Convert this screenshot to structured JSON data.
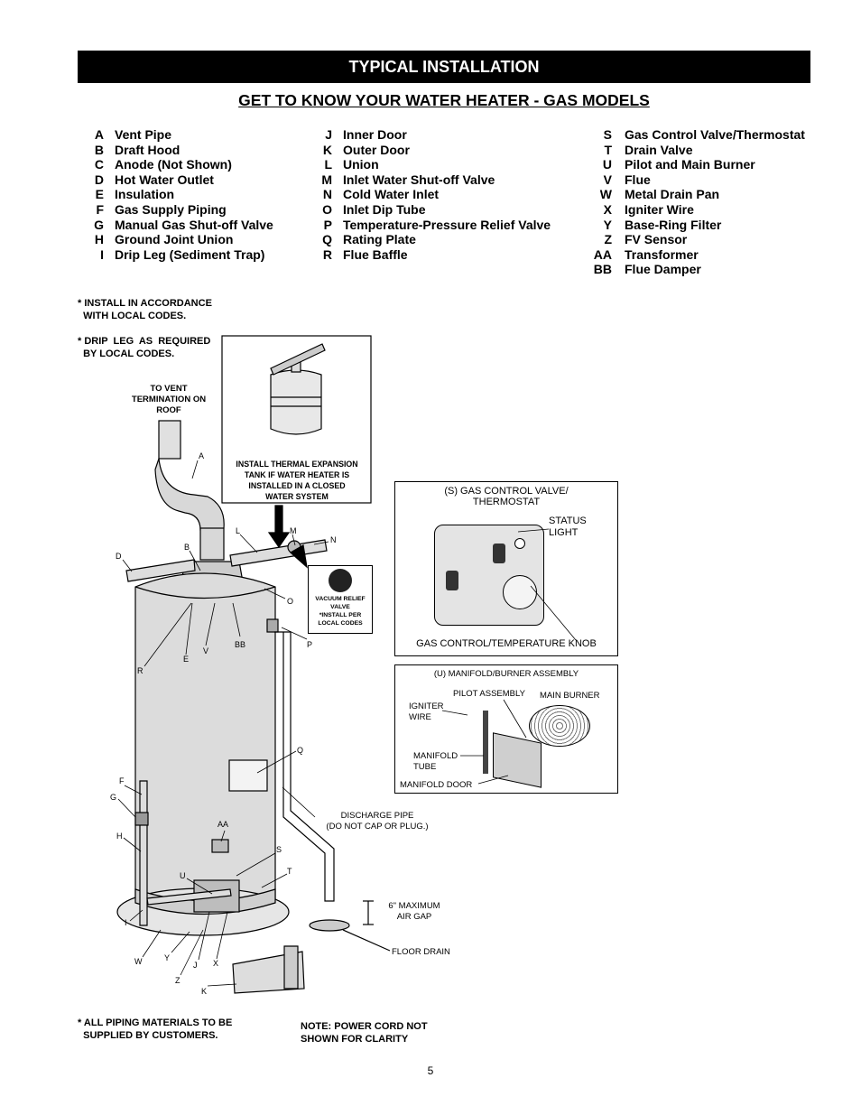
{
  "header": {
    "banner": "TYPICAL INSTALLATION",
    "subtitle": "GET TO KNOW YOUR WATER HEATER - GAS MODELS"
  },
  "legend": {
    "col1": [
      {
        "key": "A",
        "label": "Vent Pipe"
      },
      {
        "key": "B",
        "label": "Draft Hood"
      },
      {
        "key": "C",
        "label": "Anode (Not Shown)"
      },
      {
        "key": "D",
        "label": "Hot Water Outlet"
      },
      {
        "key": "E",
        "label": "Insulation"
      },
      {
        "key": "F",
        "label": "Gas Supply Piping"
      },
      {
        "key": "G",
        "label": "Manual Gas Shut-off Valve"
      },
      {
        "key": "H",
        "label": "Ground Joint Union"
      },
      {
        "key": "I",
        "label": "Drip Leg (Sediment Trap)"
      }
    ],
    "col2": [
      {
        "key": "J",
        "label": "Inner Door"
      },
      {
        "key": "K",
        "label": "Outer Door"
      },
      {
        "key": "L",
        "label": "Union"
      },
      {
        "key": "M",
        "label": "Inlet Water Shut-off Valve"
      },
      {
        "key": "N",
        "label": "Cold Water Inlet"
      },
      {
        "key": "O",
        "label": "Inlet Dip Tube"
      },
      {
        "key": "P",
        "label": "Temperature-Pressure Relief Valve"
      },
      {
        "key": "Q",
        "label": "Rating Plate"
      },
      {
        "key": "R",
        "label": "Flue Baffle"
      }
    ],
    "col3": [
      {
        "key": "S",
        "label": "Gas Control Valve/Thermostat"
      },
      {
        "key": "T",
        "label": "Drain Valve"
      },
      {
        "key": "U",
        "label": "Pilot and Main Burner"
      },
      {
        "key": "V",
        "label": "Flue"
      },
      {
        "key": "W",
        "label": "Metal Drain Pan"
      },
      {
        "key": "X",
        "label": "Igniter Wire"
      },
      {
        "key": "Y",
        "label": "Base-Ring Filter"
      },
      {
        "key": "Z",
        "label": "FV Sensor"
      },
      {
        "key": "AA",
        "label": "Transformer"
      },
      {
        "key": "BB",
        "label": "Flue Damper"
      }
    ]
  },
  "notes": {
    "local_codes": "* INSTALL IN ACCORDANCE\n  WITH LOCAL CODES.",
    "drip_leg": "* DRIP  LEG  AS  REQUIRED\n  BY LOCAL CODES.",
    "piping": "* ALL PIPING MATERIALS TO BE\n  SUPPLIED BY CUSTOMERS.",
    "power_cord": "NOTE: POWER CORD NOT\nSHOWN FOR CLARITY"
  },
  "diagram": {
    "vent_termination": "TO VENT\nTERMINATION ON\nROOF",
    "expansion_tank": "INSTALL THERMAL EXPANSION\nTANK IF WATER HEATER IS\nINSTALLED IN A CLOSED\nWATER SYSTEM",
    "vacuum_relief": "VACUUM RELIEF\nVALVE\n*INSTALL PER\nLOCAL CODES",
    "discharge_pipe": "DISCHARGE PIPE\n(DO NOT CAP OR PLUG.)",
    "air_gap": "6\" MAXIMUM\nAIR GAP",
    "floor_drain": "FLOOR DRAIN",
    "parts": {
      "A": "A",
      "B": "B",
      "D": "D",
      "E": "E",
      "F": "F",
      "G": "G",
      "H": "H",
      "I": "I",
      "J": "J",
      "K": "K",
      "L": "L",
      "M": "M",
      "N": "N",
      "O": "O",
      "P": "P",
      "Q": "Q",
      "R": "R",
      "S": "S",
      "T": "T",
      "U": "U",
      "V": "V",
      "W": "W",
      "X": "X",
      "Y": "Y",
      "Z": "Z",
      "AA": "AA",
      "BB": "BB"
    }
  },
  "gas_control_panel": {
    "title": "(S) GAS CONTROL VALVE/\nTHERMOSTAT",
    "status_light": "STATUS\nLIGHT",
    "knob": "GAS CONTROL/TEMPERATURE KNOB"
  },
  "manifold_panel": {
    "title": "(U) MANIFOLD/BURNER ASSEMBLY",
    "pilot": "PILOT ASSEMBLY",
    "main_burner": "MAIN BURNER",
    "igniter": "IGNITER\nWIRE",
    "manifold_tube": "MANIFOLD\nTUBE",
    "manifold_door": "MANIFOLD DOOR"
  },
  "page_number": "5"
}
